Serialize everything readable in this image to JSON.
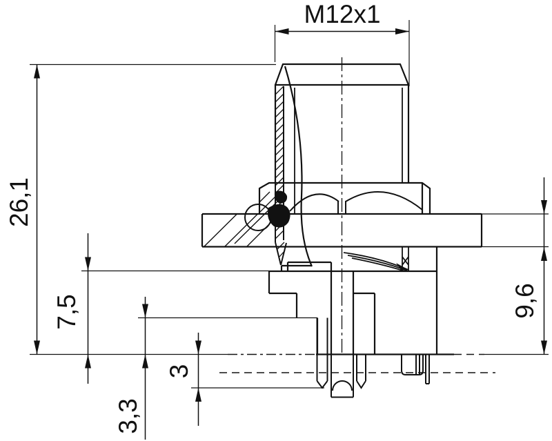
{
  "drawing": {
    "kind": "connector-cross-section",
    "labels": {
      "thread": "M12x1",
      "total_height": "26,1",
      "step_height": "7,5",
      "pin_offset": "3,3",
      "pin_length": "3",
      "body_depth": "9,6"
    },
    "colors": {
      "line": "#111111",
      "background": "#ffffff",
      "seal_fill": "#111111"
    }
  }
}
